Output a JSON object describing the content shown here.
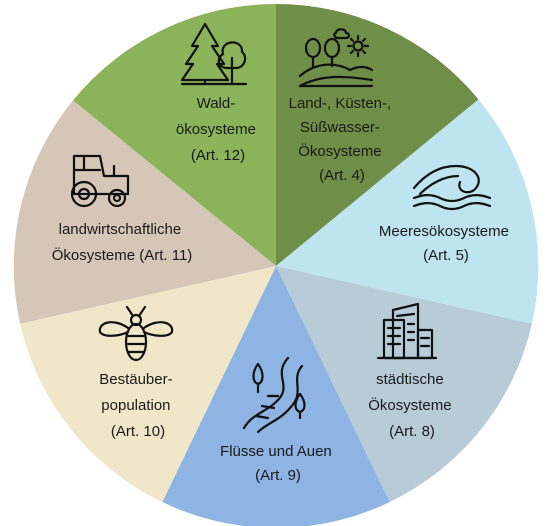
{
  "segments": [
    {
      "id": "wald",
      "color": "#8ab35a",
      "icon": "forest-icon",
      "lines": [
        "Wald-",
        "ökosysteme",
        "(Art. 12)"
      ]
    },
    {
      "id": "land",
      "color": "#6f8e47",
      "icon": "landscape-icon",
      "lines": [
        "Land-, Küsten-,",
        "Süßwasser-",
        "Ökosysteme",
        "(Art. 4)"
      ]
    },
    {
      "id": "meer",
      "color": "#bde4ef",
      "icon": "wave-icon",
      "lines": [
        "Meeresökosysteme",
        "(Art. 5)"
      ]
    },
    {
      "id": "stadt",
      "color": "#b8ccd8",
      "icon": "city-buildings-icon",
      "lines": [
        "städtische",
        "Ökosysteme",
        "(Art. 8)"
      ]
    },
    {
      "id": "fluss",
      "color": "#8eb4e3",
      "icon": "river-icon",
      "lines": [
        "Flüsse und Auen",
        "(Art. 9)"
      ]
    },
    {
      "id": "bestaeuber",
      "color": "#f0e7c9",
      "icon": "bee-icon",
      "lines": [
        "Bestäuber-",
        "population",
        "(Art. 10)"
      ]
    },
    {
      "id": "landwirtschaft",
      "color": "#d5c6b8",
      "icon": "tractor-icon",
      "lines": [
        "landwirtschaftliche",
        "Ökosysteme (Art. 11)"
      ]
    }
  ]
}
